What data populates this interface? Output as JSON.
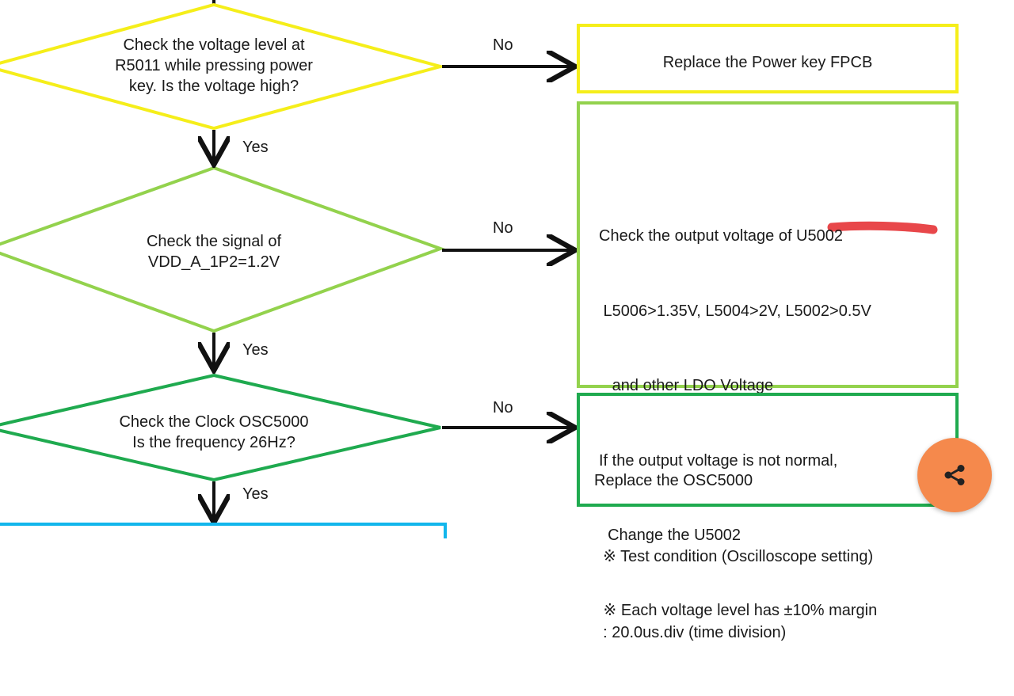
{
  "colors": {
    "yellow": "#f5ee1a",
    "light_green": "#93d24d",
    "green": "#1faa4f",
    "blue": "#12b6ec",
    "underline_red": "#e8474a",
    "share_button": "#f5894c"
  },
  "decisions": [
    {
      "lines": [
        "Check the voltage level at",
        "R5011 while pressing power",
        "key. Is the voltage high?"
      ],
      "no_label": "No",
      "yes_label": "Yes"
    },
    {
      "lines": [
        "Check the signal of",
        "VDD_A_1P2=1.2V"
      ],
      "no_label": "No",
      "yes_label": "Yes"
    },
    {
      "lines": [
        "Check the Clock OSC5000",
        "Is the frequency 26Hz?"
      ],
      "no_label": "No",
      "yes_label": "Yes"
    }
  ],
  "actions": [
    {
      "lines": [
        "Replace the Power key FPCB"
      ]
    },
    {
      "lines": [
        "Check the output voltage of U5002",
        " L5006>1.35V, L5004>2V, L5002>0.5V",
        "   and other LDO Voltage",
        "If the output voltage is not normal,",
        "  Change the U5002",
        " ※ Each voltage level has ±10% margin"
      ]
    },
    {
      "lines": [
        "Replace the OSC5000",
        "  ※ Test condition (Oscilloscope setting)",
        "  : 20.0us.div (time division)"
      ]
    }
  ],
  "share_icon": "share-icon"
}
